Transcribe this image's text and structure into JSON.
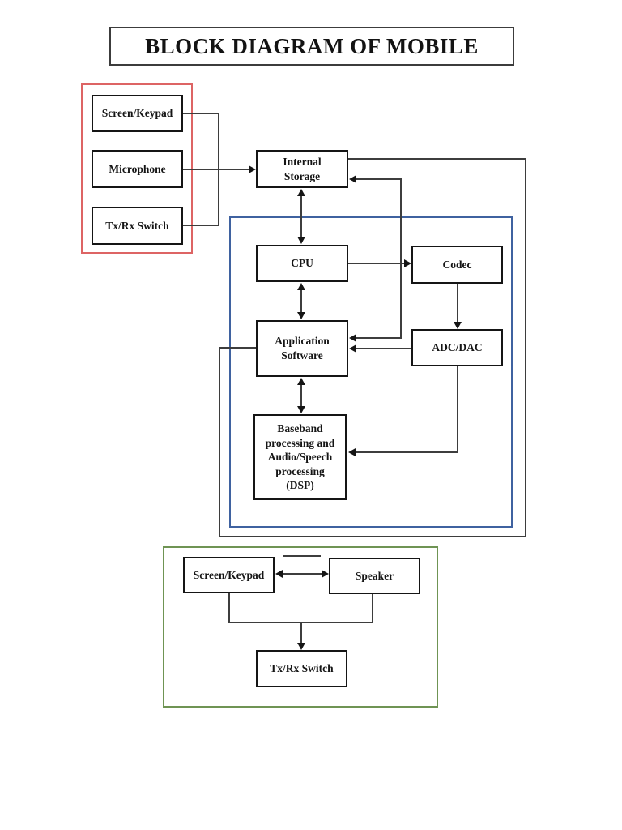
{
  "title": {
    "text": "BLOCK DIAGRAM OF MOBILE"
  },
  "colors": {
    "input_group_border": "#dd6464",
    "processing_group_border": "#3f62a0",
    "output_group_border": "#6f9454",
    "node_border": "#151515",
    "connector_line": "#3d3d3d"
  },
  "input_group": {
    "items": [
      {
        "label": "Screen/Keypad"
      },
      {
        "label": "Microphone"
      },
      {
        "label": "Tx/Rx Switch"
      }
    ]
  },
  "storage": {
    "label": "Internal\nStorage"
  },
  "processing_group": {
    "cpu": "CPU",
    "codec": "Codec",
    "app_software": "Application\nSoftware",
    "adc_dac": "ADC/DAC",
    "baseband": "Baseband\nprocessing and\nAudio/Speech\nprocessing\n(DSP)"
  },
  "output_group": {
    "screen_keypad": "Screen/Keypad",
    "speaker": "Speaker",
    "txrx": "Tx/Rx Switch"
  }
}
